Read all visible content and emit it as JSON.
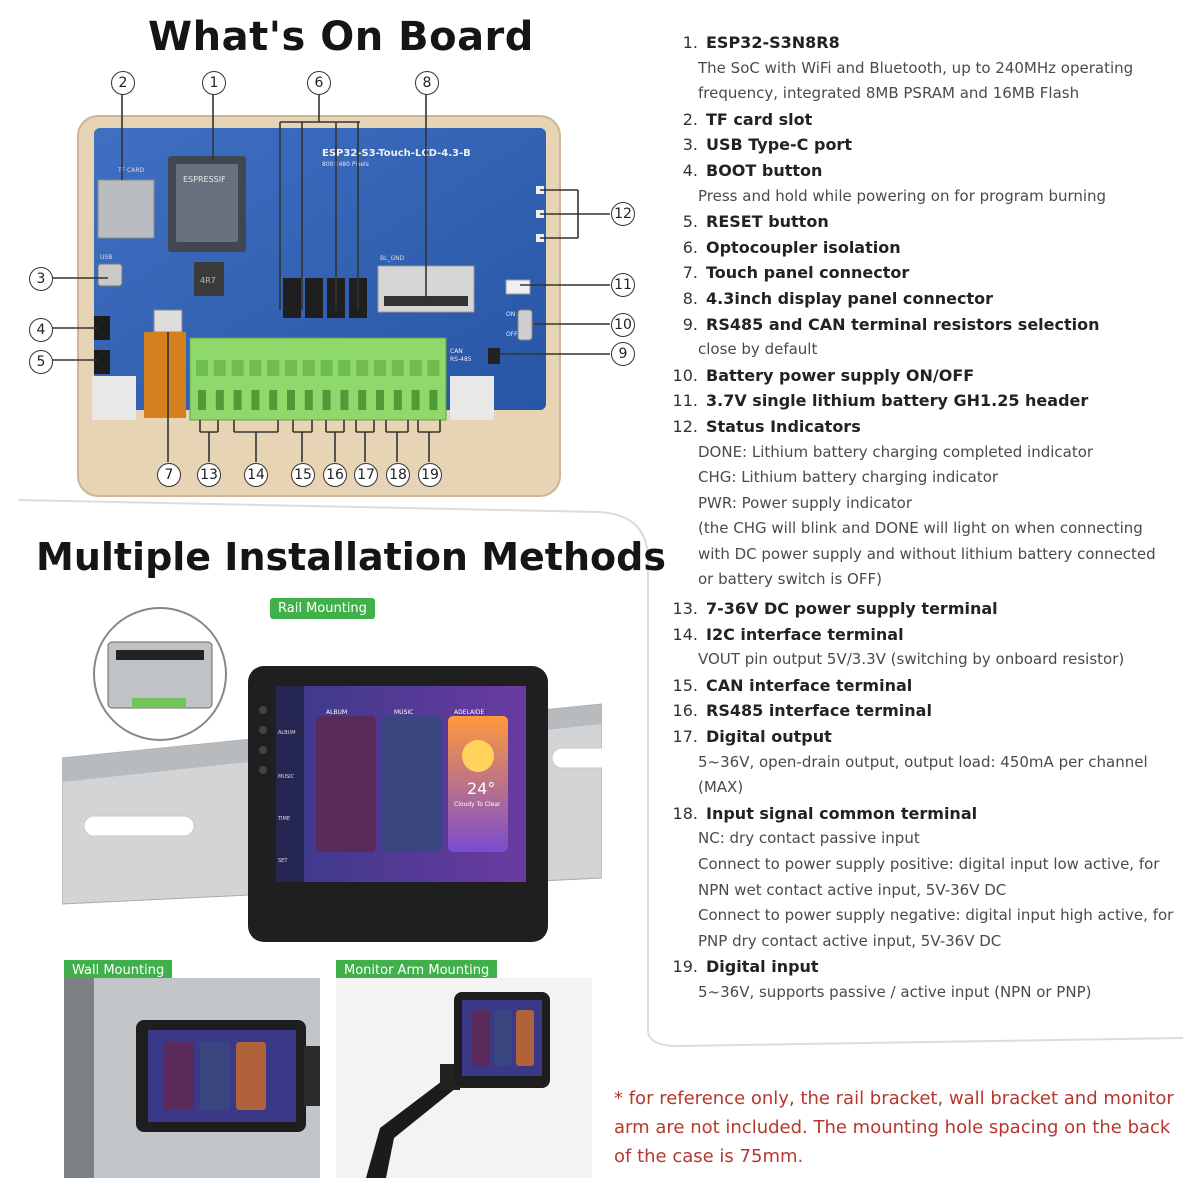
{
  "titles": {
    "board": "What's On Board",
    "install": "Multiple Installation Methods"
  },
  "board": {
    "label": "ESP32-S3-Touch-LCD-4.3-B",
    "resolution": "800×480 Pixels",
    "module": "ESPRESSIF",
    "card_label": "TF CARD",
    "usb_label": "USB",
    "bl_gnd_label": "BL_GND",
    "can_label": "CAN",
    "rs485_label": "RS-485",
    "on_label": "ON",
    "off_label": "OFF",
    "chip_label": "4R7",
    "callouts_top": [
      "2",
      "1",
      "6",
      "8"
    ],
    "callouts_left": [
      "3",
      "4",
      "5"
    ],
    "callouts_right": [
      "12",
      "11",
      "10",
      "9"
    ],
    "callouts_bottom": [
      "7",
      "13",
      "14",
      "15",
      "16",
      "17",
      "18",
      "19"
    ]
  },
  "install": {
    "rail_badge": "Rail Mounting",
    "wall_badge": "Wall Mounting",
    "arm_badge": "Monitor Arm Mounting",
    "screen": {
      "apps": [
        "ALBUM",
        "MUSIC",
        "TIME",
        "SET"
      ],
      "cards": [
        "ALBUM",
        "MUSIC",
        "ADELAIDE"
      ],
      "temp": "24°",
      "weather": "Cloudy To Clear"
    }
  },
  "specs": [
    {
      "num": "1.",
      "title": "ESP32-S3N8R8",
      "lines": [
        "The SoC with WiFi and Bluetooth, up to 240MHz operating",
        "frequency, integrated 8MB PSRAM and 16MB Flash"
      ]
    },
    {
      "num": "2.",
      "title": "TF card slot",
      "lines": []
    },
    {
      "num": "3.",
      "title": "USB Type-C port",
      "lines": []
    },
    {
      "num": "4.",
      "title": "BOOT button",
      "lines": [
        "Press and hold while powering on for program burning"
      ]
    },
    {
      "num": "5.",
      "title": "RESET button",
      "lines": []
    },
    {
      "num": "6.",
      "title": "Optocoupler isolation",
      "lines": []
    },
    {
      "num": "7.",
      "title": "Touch panel connector",
      "lines": []
    },
    {
      "num": "8.",
      "title": "4.3inch display panel connector",
      "lines": []
    },
    {
      "num": "9.",
      "title": "RS485 and CAN terminal resistors selection",
      "lines": [
        "close by default"
      ]
    },
    {
      "num": "10.",
      "title": "Battery power supply ON/OFF",
      "lines": []
    },
    {
      "num": "11.",
      "title": "3.7V single lithium battery GH1.25 header",
      "lines": []
    },
    {
      "num": "12.",
      "title": "Status Indicators",
      "lines": [
        "DONE: Lithium battery charging completed indicator",
        "CHG: Lithium battery charging indicator",
        "PWR: Power supply indicator",
        "(the CHG will blink and DONE will light on when connecting",
        "with DC power supply and without lithium battery connected",
        "or battery switch is OFF)"
      ]
    },
    {
      "num": "13.",
      "title": "7-36V DC power supply terminal",
      "lines": []
    },
    {
      "num": "14.",
      "title": "I2C interface terminal",
      "lines": [
        "VOUT pin output 5V/3.3V (switching by onboard resistor)"
      ]
    },
    {
      "num": "15.",
      "title": "CAN interface terminal",
      "lines": []
    },
    {
      "num": "16.",
      "title": "RS485 interface terminal",
      "lines": []
    },
    {
      "num": "17.",
      "title": "Digital output",
      "lines": [
        "5~36V, open-drain output, output load: 450mA per channel",
        "(MAX)"
      ]
    },
    {
      "num": "18.",
      "title": "Input signal common terminal",
      "lines": [
        "NC: dry contact passive input",
        "Connect to power supply positive: digital input low active, for",
        "NPN wet contact active input, 5V-36V DC",
        "Connect to power supply negative: digital input high active, for",
        "PNP dry contact active input, 5V-36V DC"
      ]
    },
    {
      "num": "19.",
      "title": "Digital input",
      "lines": [
        "5~36V, supports passive / active input (NPN or PNP)"
      ]
    }
  ],
  "note": "* for reference only, the rail bracket, wall bracket and monitor arm are not included. The mounting hole spacing on the back of the case is 75mm."
}
